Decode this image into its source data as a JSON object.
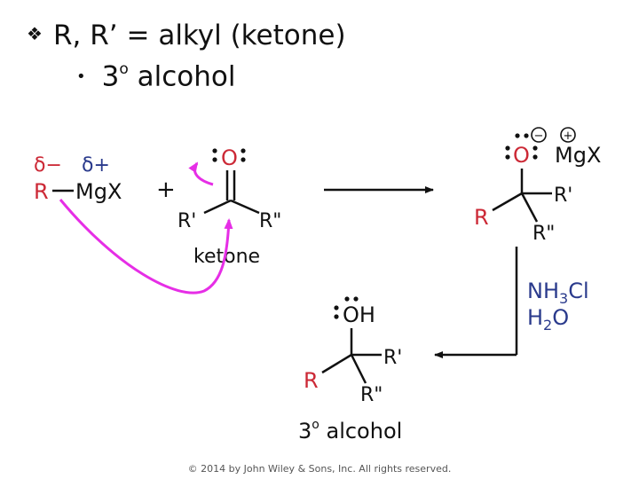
{
  "heading": {
    "bullet_icon": "diamond-bullet-icon",
    "line1": "R, R’ = alkyl (ketone)",
    "sub_bullet": "•",
    "sub_prefix": "3",
    "sub_sup": "o",
    "sub_suffix": " alcohol"
  },
  "reactant_grignard": {
    "delta_minus": "δ−",
    "delta_plus": "δ+",
    "r": "R",
    "mgx": "MgX"
  },
  "plus_sign": "+",
  "reactant_ketone": {
    "oxygen": "O",
    "r_prime": "R'",
    "r_double_prime": "R\"",
    "name": "ketone"
  },
  "intermediate": {
    "oxygen": "O",
    "minus": "−",
    "plus": "+",
    "mgx": "MgX",
    "r": "R",
    "r_prime": "R'",
    "r_double_prime": "R\""
  },
  "reagents": {
    "line1_a": "NH",
    "line1_sub": "3",
    "line1_b": "Cl",
    "line2_a": "H",
    "line2_sub": "2",
    "line2_b": "O"
  },
  "product": {
    "oh": "OH",
    "r": "R",
    "r_prime": "R'",
    "r_double_prime": "R\"",
    "name_prefix": "3",
    "name_sup": "o",
    "name_suffix": " alcohol"
  },
  "copyright": "© 2014 by John Wiley & Sons, Inc. All rights reserved.",
  "colors": {
    "black_text": "#111111",
    "red_atom": "#cc2936",
    "blue_atom": "#2a3a8c",
    "arrow_magenta": "#e62ee6"
  }
}
